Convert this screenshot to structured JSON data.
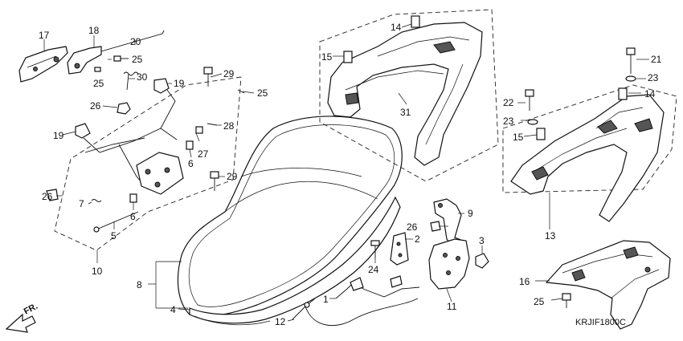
{
  "diagram": {
    "code": "KRJIF1800C",
    "direction_label": "FR.",
    "callouts": [
      "1",
      "2",
      "3",
      "4",
      "5",
      "6",
      "6",
      "7",
      "8",
      "9",
      "10",
      "11",
      "12",
      "13",
      "14",
      "14",
      "15",
      "15",
      "16",
      "17",
      "18",
      "19",
      "19",
      "20",
      "21",
      "22",
      "23",
      "23",
      "24",
      "25",
      "25",
      "25",
      "25",
      "26",
      "26",
      "26",
      "27",
      "28",
      "29",
      "29",
      "30",
      "31"
    ]
  }
}
